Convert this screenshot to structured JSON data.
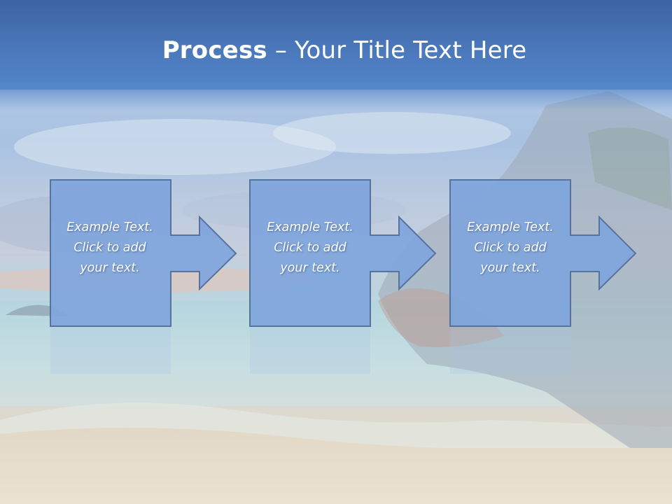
{
  "slide": {
    "title_bold": "Process",
    "title_rest": " – Your Title Text Here"
  },
  "steps": [
    {
      "line1": "Example Text.",
      "line2": "Click  to add",
      "line3": "your text."
    },
    {
      "line1": "Example Text.",
      "line2": "Click  to add",
      "line3": "your text."
    },
    {
      "line1": "Example Text.",
      "line2": "Click  to add",
      "line3": "your text."
    }
  ],
  "colors": {
    "title_bar": "#4a78bb",
    "box_fill": "#7fa5dc",
    "box_stroke": "#56739e",
    "text": "#ffffff"
  }
}
